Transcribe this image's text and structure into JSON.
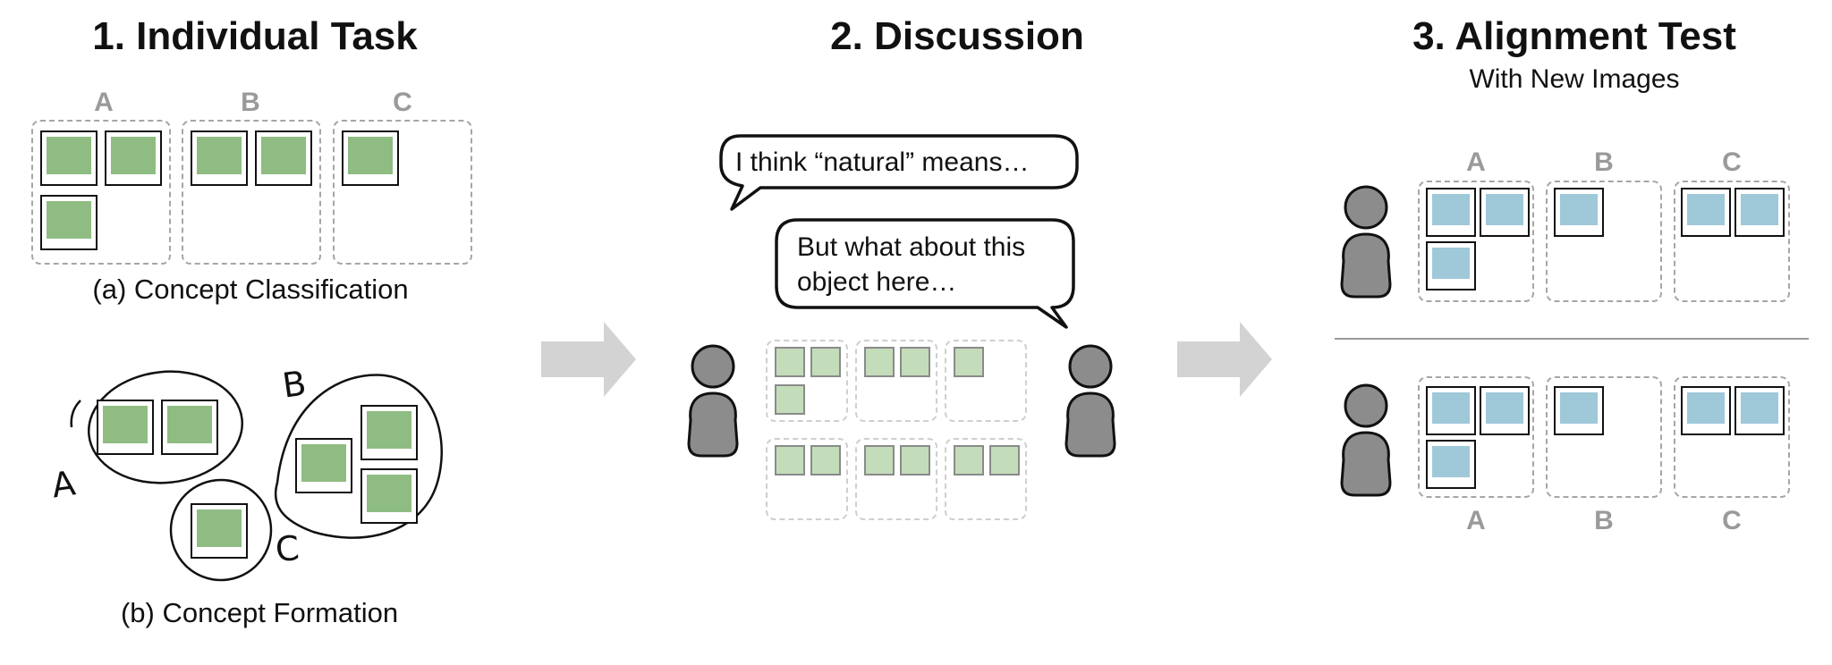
{
  "panel1": {
    "title": "1. Individual Task",
    "classification": {
      "groups": [
        "A",
        "B",
        "C"
      ],
      "caption": "(a) Concept Classification"
    },
    "formation": {
      "labels": [
        "A",
        "B",
        "C"
      ],
      "caption": "(b) Concept Formation"
    }
  },
  "panel2": {
    "title": "2. Discussion",
    "speech1": "I think “natural” means…",
    "speech2_line1": "But what about this",
    "speech2_line2": "object here…"
  },
  "panel3": {
    "title": "3. Alignment Test",
    "subtitle": "With New Images",
    "top_groups": [
      "A",
      "B",
      "C"
    ],
    "bottom_groups": [
      "A",
      "B",
      "C"
    ]
  },
  "colors": {
    "concept_image": "#8fbc82",
    "new_image": "#9fc8d9",
    "discussion_square": "#c3dcba",
    "person": "#8c8c8c",
    "arrow": "#d3d3d3",
    "dashed_border": "#a6a6a6"
  },
  "icons": [
    "person-icon",
    "arrow-right-icon",
    "speech-bubble-icon"
  ]
}
